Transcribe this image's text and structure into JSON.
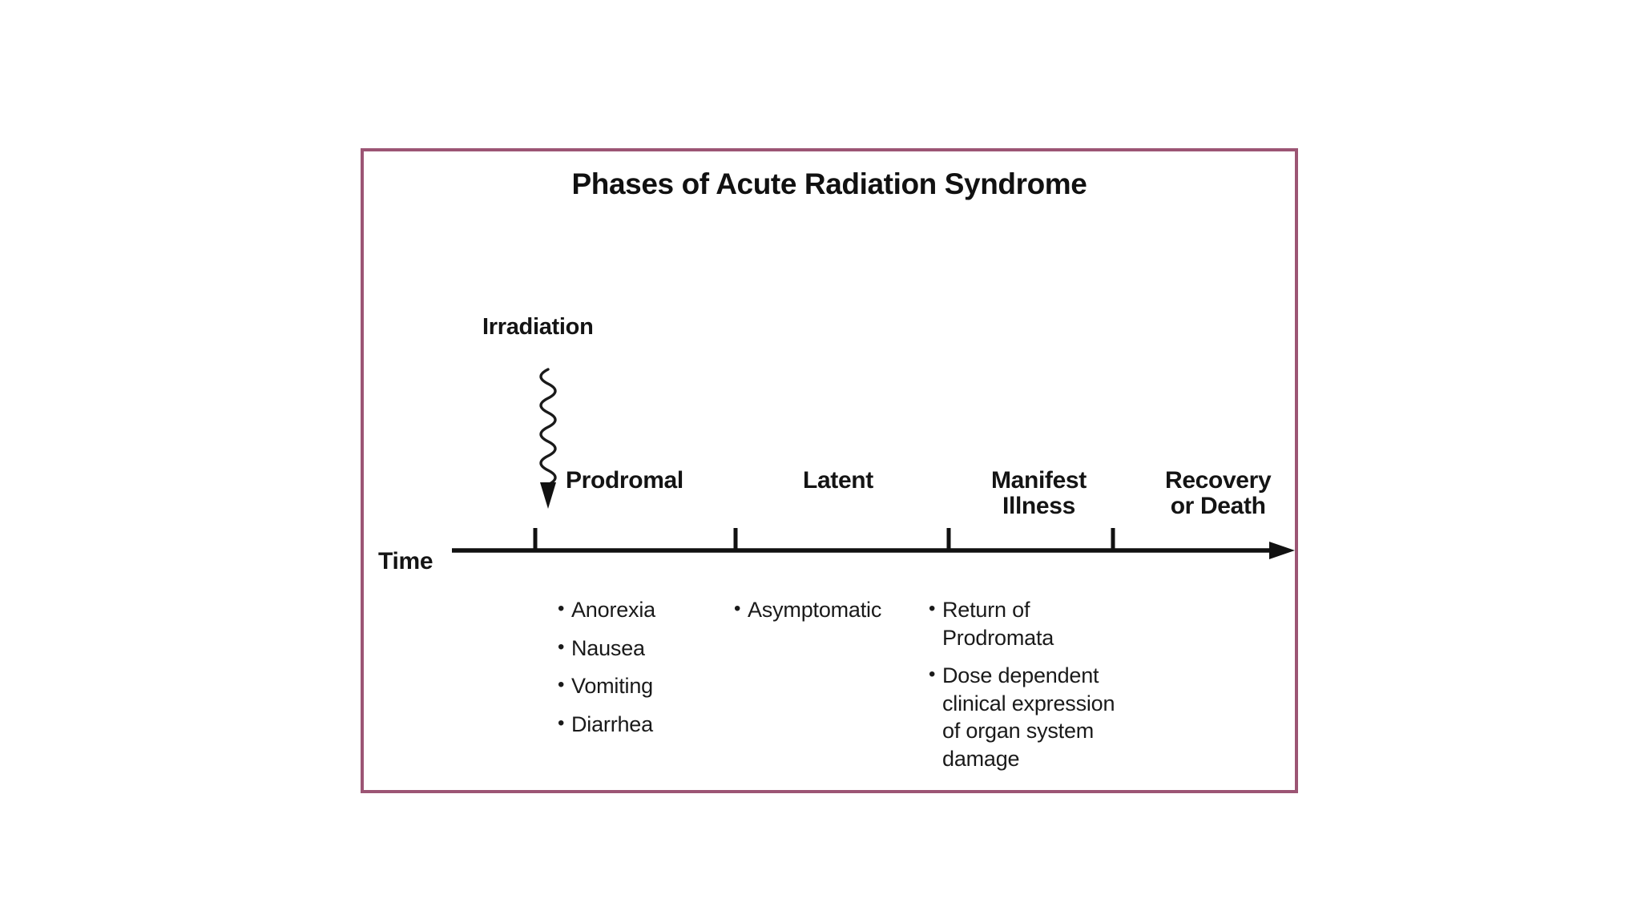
{
  "figure": {
    "title": "Phases of Acute Radiation Syndrome",
    "border_color": "#9c5574",
    "background_color": "#ffffff",
    "ink_color": "#141414"
  },
  "irradiation": {
    "label": "Irradiation",
    "marker_icon": "wavy-arrow-down-icon"
  },
  "axis": {
    "label": "Time",
    "arrow_icon": "arrow-right-icon",
    "tick_count": 4
  },
  "chart_data": {
    "type": "timeline",
    "title": "Phases of Acute Radiation Syndrome",
    "xlabel": "Time",
    "ylabel": "",
    "grid": false,
    "legend": "none",
    "event_marker": {
      "name": "Irradiation",
      "position": 0,
      "symbol": "wavy arrow pointing down to axis"
    },
    "axis_ticks": [
      0,
      1,
      2,
      3
    ],
    "phases": [
      {
        "name": "Prodromal",
        "label_lines": [
          "Prodromal"
        ],
        "tick_index": 0,
        "symptoms": [
          "Anorexia",
          "Nausea",
          "Vomiting",
          "Diarrhea"
        ]
      },
      {
        "name": "Latent",
        "label_lines": [
          "Latent"
        ],
        "tick_index": 1,
        "symptoms": [
          "Asymptomatic"
        ]
      },
      {
        "name": "Manifest Illness",
        "label_lines": [
          "Manifest",
          "Illness"
        ],
        "tick_index": 2,
        "symptoms": [
          "Return of\nProdromata",
          "Dose dependent\nclinical expression\nof organ system\ndamage"
        ]
      },
      {
        "name": "Recovery or Death",
        "label_lines": [
          "Recovery",
          "or Death"
        ],
        "tick_index": 3,
        "symptoms": []
      }
    ]
  },
  "phase_labels": {
    "prodromal": "Prodromal",
    "latent": "Latent",
    "manifest_illness": "Manifest\nIllness",
    "recovery_or_death": "Recovery\nor Death"
  },
  "bullets": {
    "prodromal": [
      {
        "dot": "•",
        "text": "Anorexia"
      },
      {
        "dot": "•",
        "text": "Nausea"
      },
      {
        "dot": "•",
        "text": "Vomiting"
      },
      {
        "dot": "•",
        "text": "Diarrhea"
      }
    ],
    "latent": [
      {
        "dot": "•",
        "text": "Asymptomatic"
      }
    ],
    "manifest": [
      {
        "dot": "•",
        "text": "Return of\nProdromata"
      },
      {
        "dot": "•",
        "text": "Dose dependent\nclinical expression\nof organ system\ndamage"
      }
    ]
  }
}
